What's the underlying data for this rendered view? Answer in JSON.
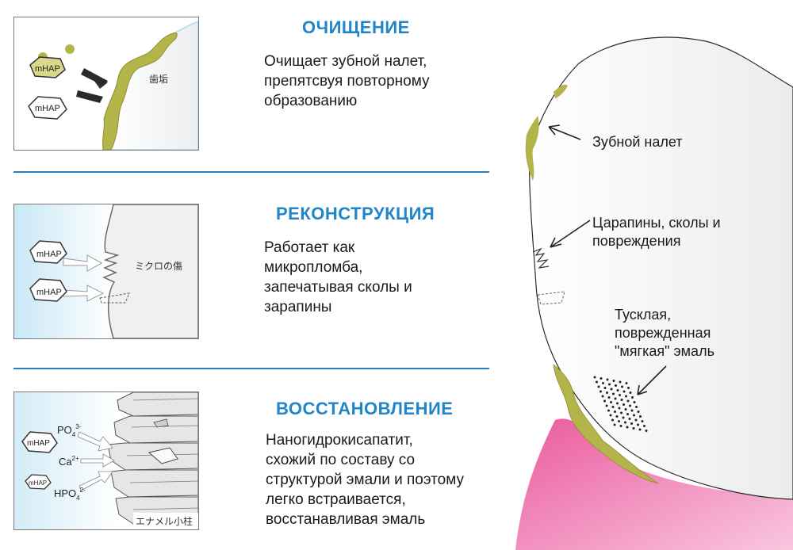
{
  "sections": [
    {
      "title": "ОЧИЩЕНИЕ",
      "lines": [
        "Очищает зубной налет,",
        "препятсвуя повторному",
        "образованию"
      ]
    },
    {
      "title": "РЕКОНСТРУКЦИЯ",
      "lines": [
        "Работает как",
        "микропломба,",
        "запечатывая сколы и",
        "зарапины"
      ]
    },
    {
      "title": "ВОССТАНОВЛЕНИЕ",
      "lines": [
        "Наногидрокисапатит,",
        "схожий по составу со",
        "структурой эмали и поэтому",
        "легко встраивается,",
        "восстанавливая эмаль"
      ]
    }
  ],
  "panels": {
    "cleaning": {
      "hex_label": "mHAP",
      "caption": "歯垢"
    },
    "reconstruction": {
      "hex_label": "mHAP",
      "caption": "ミクロの傷"
    },
    "restoration": {
      "hex_label": "mHAP",
      "ion_po4": "PO",
      "ion_po4_sub": "4",
      "ion_po4_sup": "3-",
      "ion_ca": "Ca",
      "ion_ca_sup": "2+",
      "ion_hpo4": "HPO",
      "ion_hpo4_sub": "4",
      "ion_hpo4_sup": "2-",
      "caption": "エナメル小柱"
    }
  },
  "callouts": {
    "plaque": [
      "Зубной налет"
    ],
    "scratches": [
      "Царапины, сколы и",
      "повреждения"
    ],
    "enamel": [
      "Тусклая,",
      "поврежденная",
      "\"мягкая\" эмаль"
    ]
  },
  "colors": {
    "title_blue": "#1f86c9",
    "plaque_green": "#b3b44a",
    "gum_pink": "#ea5a9f",
    "tooth_edge": "#bfe3f2"
  }
}
